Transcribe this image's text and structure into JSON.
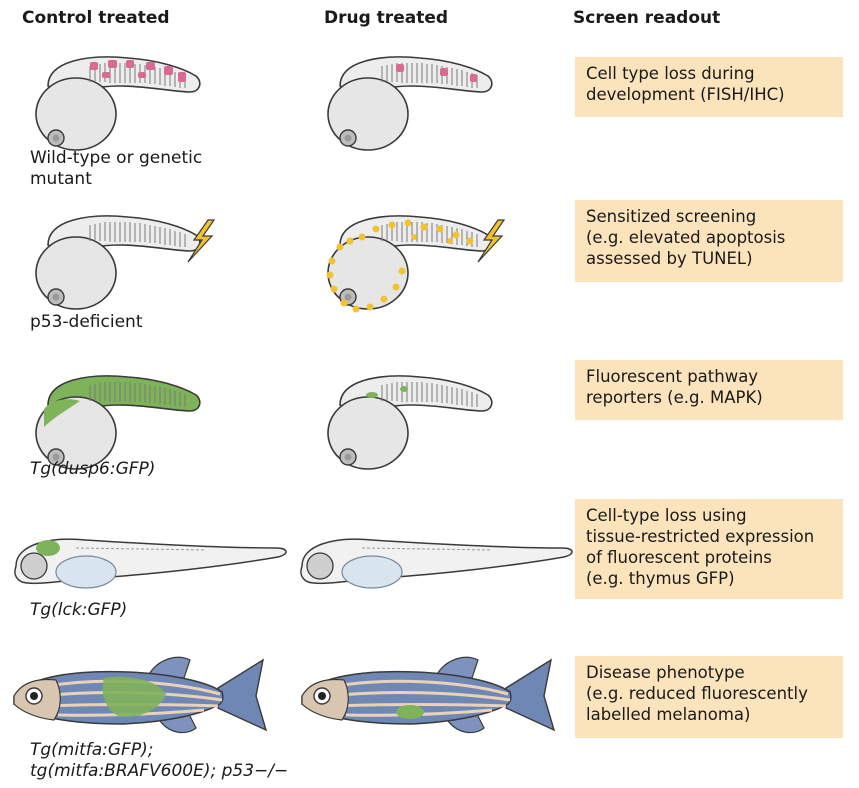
{
  "headers": {
    "control": "Control treated",
    "drug": "Drug treated",
    "readout": "Screen readout"
  },
  "rows": [
    {
      "label_lines": [
        "Wild-type or genetic",
        "mutant"
      ],
      "readout_lines": [
        "Cell type loss during",
        "development (FISH/IHC)"
      ]
    },
    {
      "label_lines": [
        "p53-deficient"
      ],
      "readout_lines": [
        "Sensitized screening",
        "(e.g. elevated apoptosis",
        "assessed by TUNEL)"
      ]
    },
    {
      "label_lines": [
        "Tg(dusp6:GFP)"
      ],
      "readout_lines": [
        "Fluorescent pathway",
        "reporters (e.g. MAPK)"
      ]
    },
    {
      "label_lines": [
        "Tg(lck:GFP)"
      ],
      "readout_lines": [
        "Cell-type loss using",
        "tissue-restricted expression",
        "of fluorescent proteins",
        "(e.g. thymus GFP)"
      ]
    },
    {
      "label_lines": [
        "Tg(mitfa:GFP);",
        "tg(mitfa:BRAFV600E); p53−/−"
      ],
      "readout_lines": [
        "Disease phenotype",
        "(e.g. reduced fluorescently",
        "labelled melanoma)"
      ]
    }
  ],
  "colors": {
    "readout_bg": "#fbe3bb",
    "embryo_fill": "#e9e9e9",
    "outline": "#3a3a3a",
    "pink": "#d86a93",
    "yellow": "#f3c230",
    "green": "#7fb35a",
    "fish_blue": "#6f87b5",
    "fish_stripe": "#e8d2b8"
  },
  "icons": [
    "embryo-icon",
    "lightning-icon",
    "larva-icon",
    "adult-fish-icon"
  ]
}
